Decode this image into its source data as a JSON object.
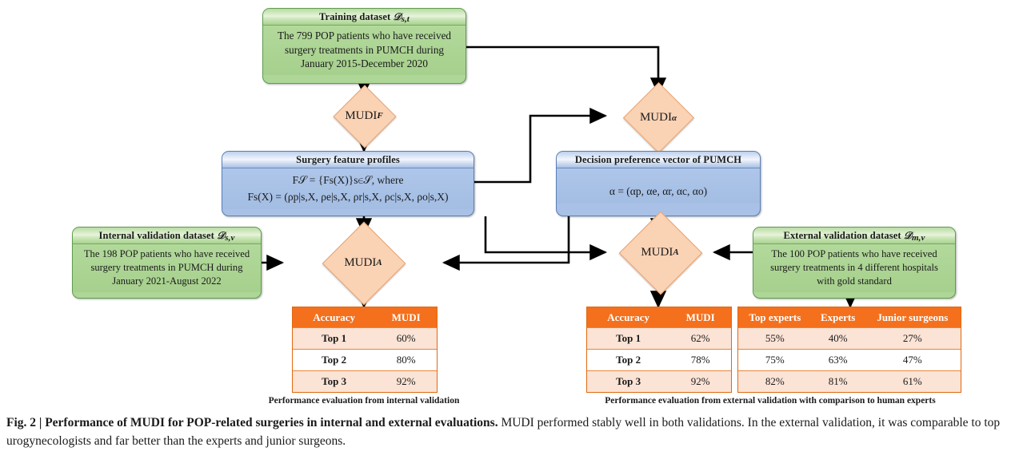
{
  "figure": {
    "nodes": {
      "training_dataset": {
        "header": "Training dataset 𝒟s,t",
        "header_main": "Training dataset",
        "header_sub": "s,t",
        "line1": "The 799 POP  patients who have received",
        "line2": "surgery treatments in PUMCH during",
        "line3": "January 2015-December 2020"
      },
      "internal_validation_dataset": {
        "header_main": "Internal validation dataset",
        "header_sub": "s,v",
        "line1": "The 198 POP  patients who have received",
        "line2": "surgery treatments in PUMCH during",
        "line3": "January 2021-August 2022"
      },
      "external_validation_dataset": {
        "header_main": "External validation dataset",
        "header_sub": "m,v",
        "line1": "The 100 POP  patients who have received",
        "line2": "surgery treatments in 4 different hospitals",
        "line3": "with gold standard"
      },
      "surgery_feature_profiles": {
        "header": "Surgery feature profiles",
        "formula1": "F𝒮 = {Fs(X)}s∈𝒮, where",
        "formula2": "Fs(X) = (ρp|s,X, ρe|s,X, ρr|s,X, ρc|s,X, ρo|s,X)"
      },
      "decision_preference_vector": {
        "header": "Decision preference vector of PUMCH",
        "formula1": "α = (αp, αe, αr, αc, αo)"
      },
      "mudi_f": {
        "label": "MUDI",
        "subscript": "F"
      },
      "mudi_alpha": {
        "label": "MUDI",
        "subscript": "α"
      },
      "mudi_a_left": {
        "label": "MUDI",
        "subscript": "A"
      },
      "mudi_a_right": {
        "label": "MUDI",
        "subscript": "A"
      }
    },
    "tables": {
      "internal": {
        "headers": [
          "Accuracy",
          "MUDI"
        ],
        "rows": [
          [
            "Top 1",
            "60%"
          ],
          [
            "Top 2",
            "80%"
          ],
          [
            "Top 3",
            "92%"
          ]
        ],
        "caption": "Performance evaluation from internal validation"
      },
      "external_mudi": {
        "headers": [
          "Accuracy",
          "MUDI"
        ],
        "rows": [
          [
            "Top 1",
            "62%"
          ],
          [
            "Top 2",
            "78%"
          ],
          [
            "Top 3",
            "92%"
          ]
        ]
      },
      "external_humans": {
        "headers": [
          "Top experts",
          "Experts",
          "Junior surgeons"
        ],
        "rows": [
          [
            "55%",
            "40%",
            "27%"
          ],
          [
            "75%",
            "63%",
            "47%"
          ],
          [
            "82%",
            "81%",
            "61%"
          ]
        ],
        "caption": "Performance evaluation from external validation with comparison to human experts"
      }
    },
    "colors": {
      "green_fill": "#aed697",
      "green_border": "#5f9c4e",
      "blue_fill": "#a9c1e6",
      "blue_border": "#5a7fb8",
      "diamond_fill": "#fad2b4",
      "diamond_border": "#e8a473",
      "table_header": "#f4701d",
      "table_row_odd": "#fbe3d5",
      "table_border": "#e06a10",
      "connector": "#000000"
    }
  },
  "caption": {
    "label": "Fig. 2",
    "separator": "|",
    "title": "Performance of MUDI for POP-related surgeries in internal and external evaluations.",
    "body": " MUDI performed stably well in both validations. In the external validation, it was comparable to top urogynecologists and far better than the experts and junior surgeons."
  }
}
